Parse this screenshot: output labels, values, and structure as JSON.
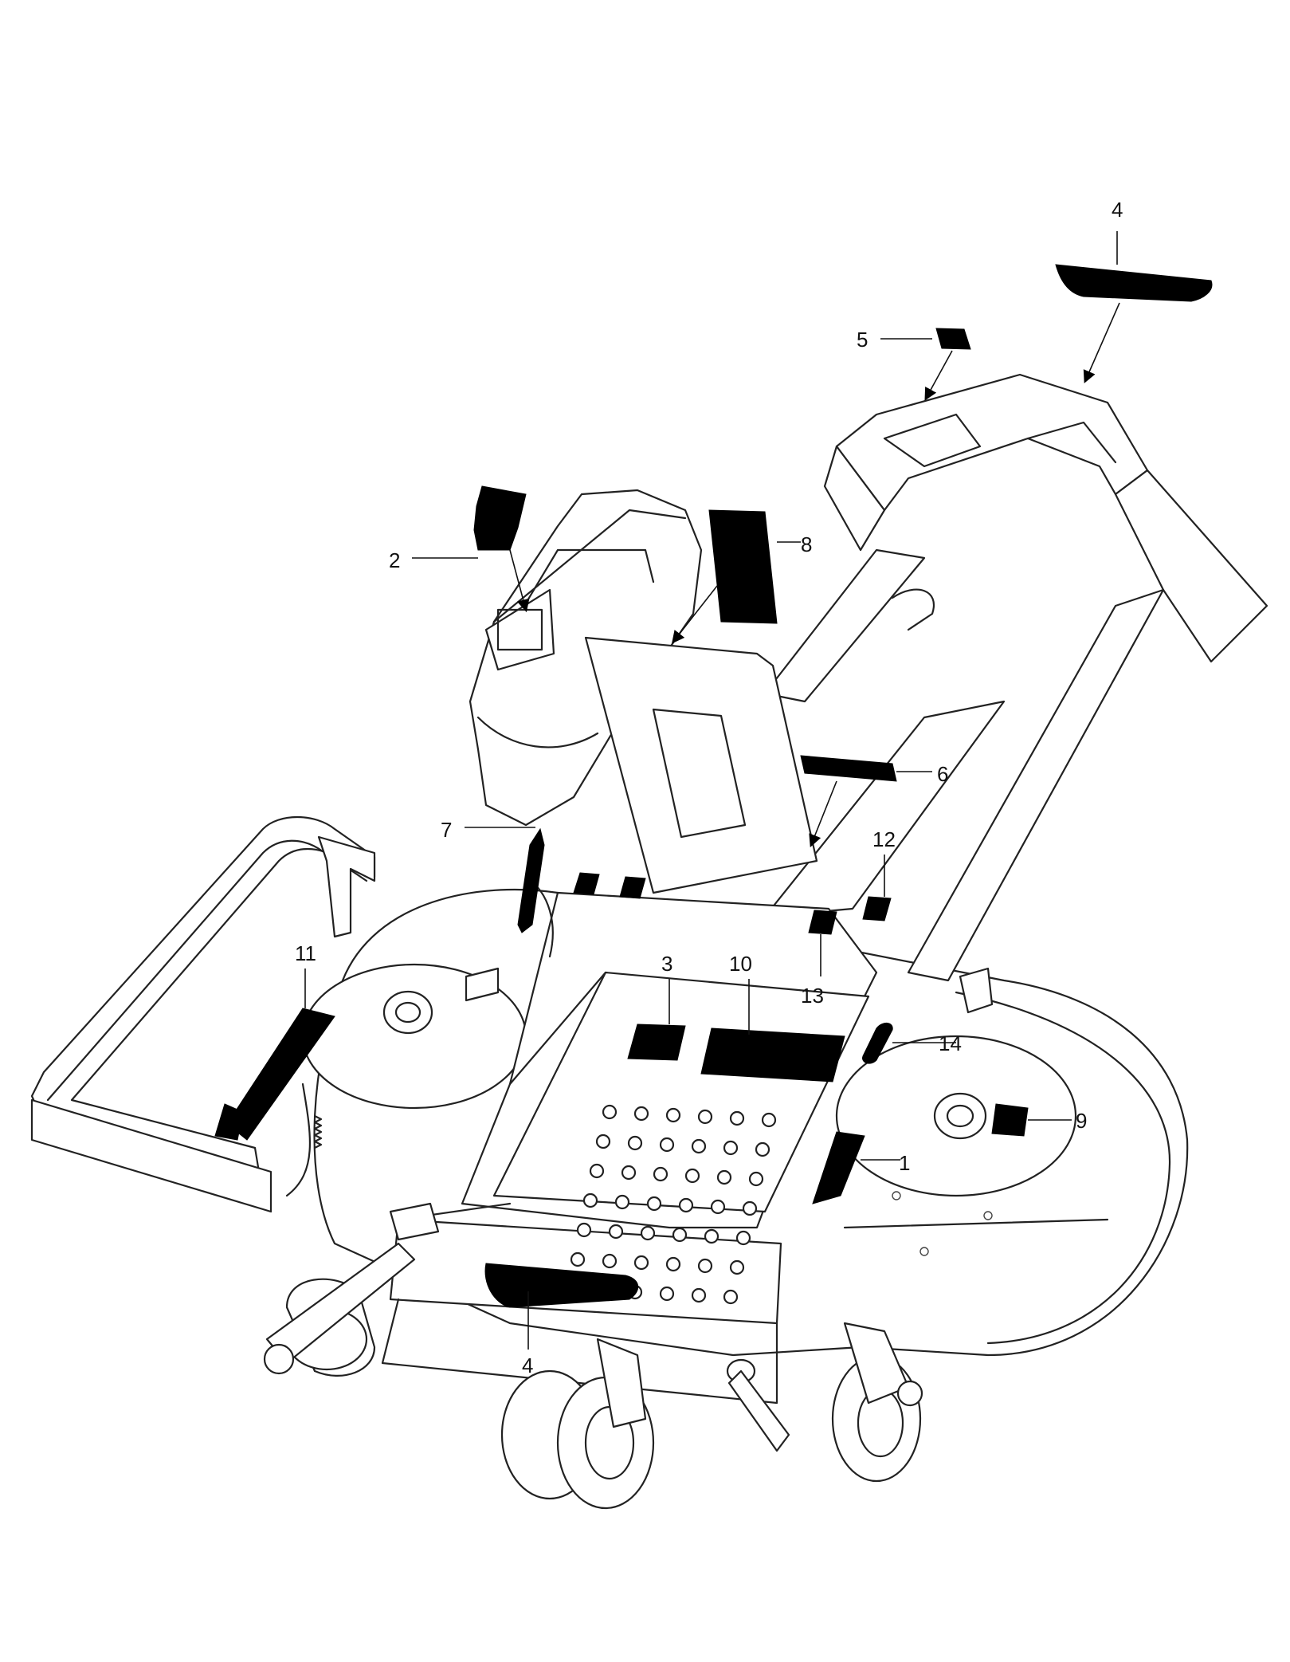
{
  "diagram": {
    "callouts": {
      "c1": "1",
      "c2": "2",
      "c3": "3",
      "c4_top": "4",
      "c4_bottom": "4",
      "c5": "5",
      "c6": "6",
      "c7": "7",
      "c8": "8",
      "c9": "9",
      "c10": "10",
      "c11": "11",
      "c12": "12",
      "c13": "13",
      "c14": "14"
    },
    "colors": {
      "line": "#222222",
      "decal": "#000000",
      "background": "#ffffff"
    }
  }
}
